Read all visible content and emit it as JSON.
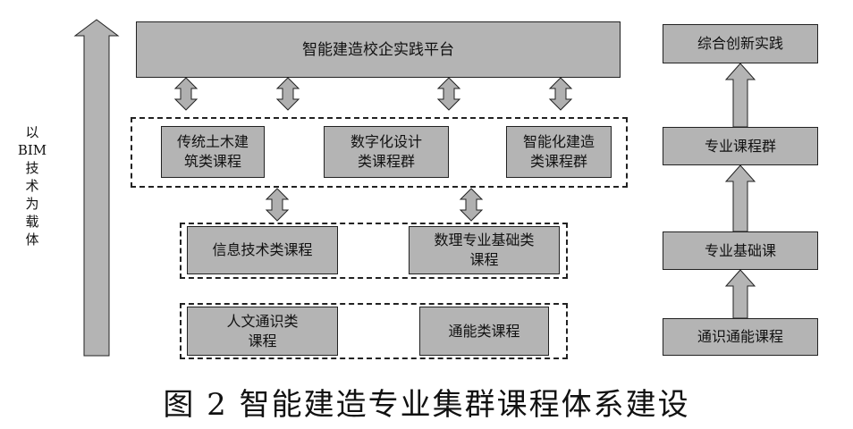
{
  "platform": "智能建造校企实践平台",
  "side_label": [
    "以",
    "BIM",
    "技",
    "术",
    "为",
    "载",
    "体"
  ],
  "row1": [
    "传统土木建\n筑类课程",
    "数字化设计\n类课程群",
    "智能化建造\n类课程群"
  ],
  "row2": [
    "信息技术类课程",
    "数理专业基础类\n课程"
  ],
  "row3": [
    "人文通识类\n课程",
    "通能类课程"
  ],
  "right_chain": [
    "综合创新实践",
    "专业课程群",
    "专业基础课",
    "通识通能课程"
  ],
  "caption": "图 2  智能建造专业集群课程体系建设"
}
